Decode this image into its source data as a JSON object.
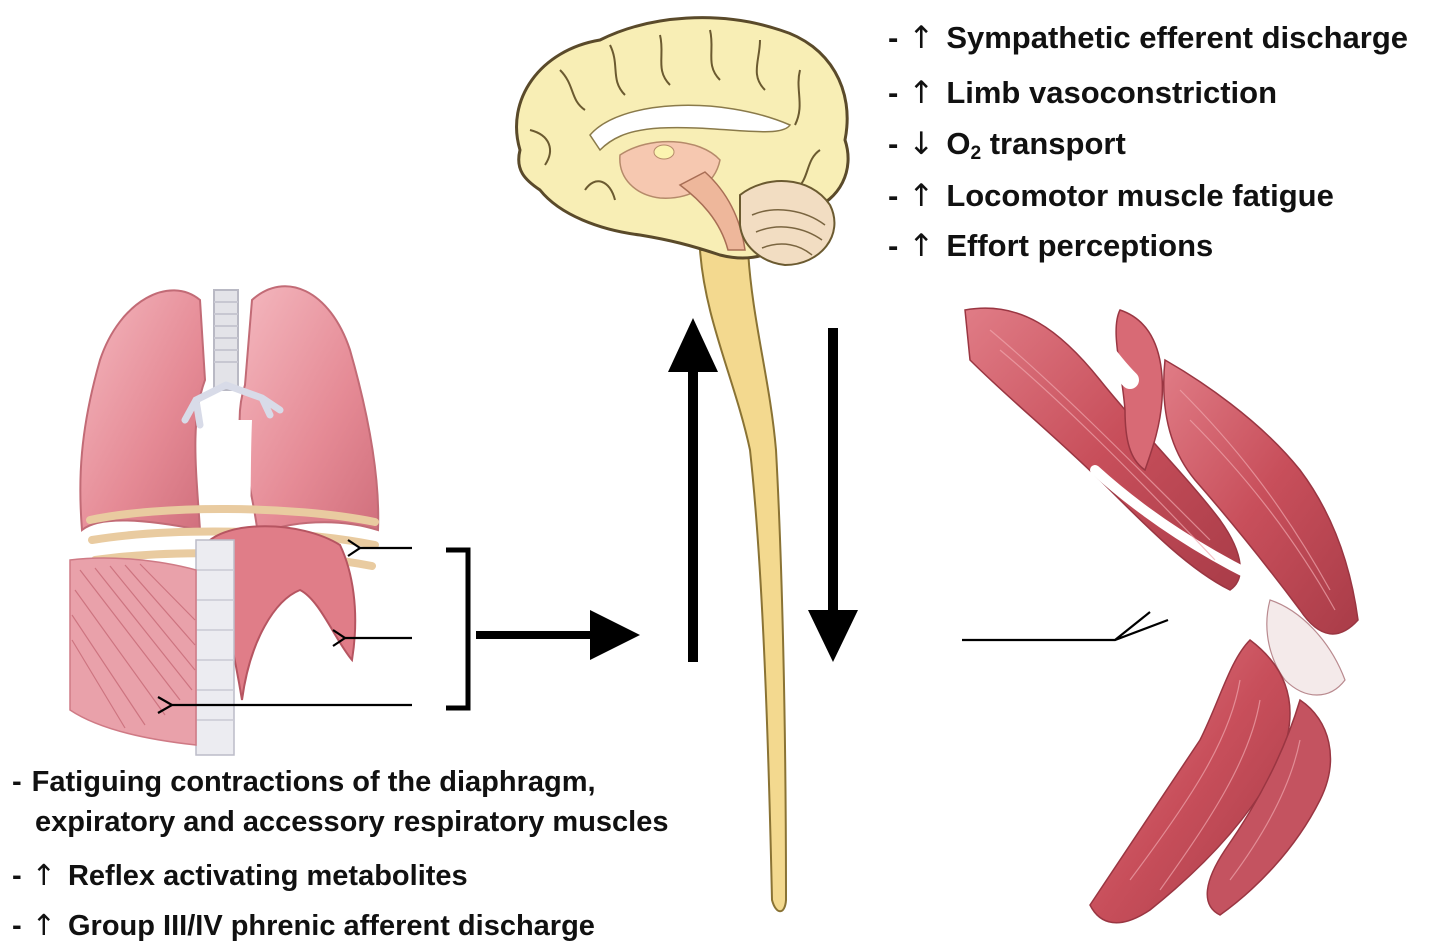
{
  "brain_effects": [
    {
      "dash": "-",
      "arrow": "↑",
      "text": "Sympathetic efferent discharge"
    },
    {
      "dash": "-",
      "arrow": "↑",
      "text": "Limb vasoconstriction"
    },
    {
      "dash": "-",
      "arrow": "↓",
      "text_pre": "O",
      "text_sub": "2",
      "text_post": " transport"
    },
    {
      "dash": "-",
      "arrow": "↑",
      "text": "Locomotor muscle fatigue"
    },
    {
      "dash": "-",
      "arrow": "↑",
      "text": "Effort perceptions"
    }
  ],
  "respiratory_causes": [
    {
      "dash": "-",
      "line1": "Fatiguing contractions of the diaphragm,",
      "line2": "expiratory and accessory respiratory muscles"
    },
    {
      "dash": "-",
      "arrow": "↑",
      "text": "Reflex activating metabolites"
    },
    {
      "dash": "-",
      "arrow": "↑",
      "text": "Group III/IV phrenic afferent discharge"
    }
  ],
  "colors": {
    "brain_fill": "#f8eeb5",
    "brain_outline": "#5a4a2a",
    "brainstem_fill": "#f3d98f",
    "lung_fill": "#e8919a",
    "muscle_fill": "#c9545f",
    "arrow": "#000000"
  },
  "icons": [
    "lungs-illustration",
    "brain-illustration",
    "leg-muscle-illustration"
  ]
}
